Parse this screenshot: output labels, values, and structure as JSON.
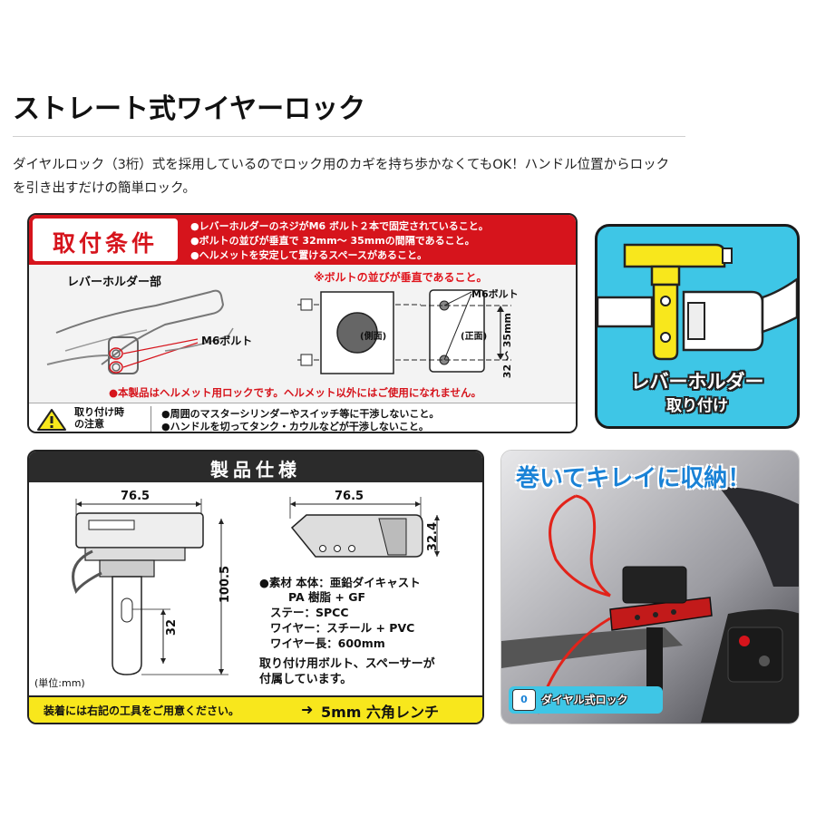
{
  "page": {
    "title": "ストレート式ワイヤーロック",
    "intro_line1": "ダイヤルロック（3桁）式を採用しているのでロック用のカギを持ち歩かなくてもOK！ハンドル位置からロック",
    "intro_line2": "を引き出すだけの簡単ロック。"
  },
  "conditions": {
    "badge": "取付条件",
    "items": [
      "●レバーホルダーのネジがM6 ボルト２本で固定されていること。",
      "●ボルトの並びが垂直で 32mm～ 35mmの間隔であること。",
      "●ヘルメットを安定して置けるスペースがあること。"
    ],
    "lever_holder_label": "レバーホルダー部",
    "m6_label": "M6ボルト",
    "vertical_note": "※ボルトの並びが垂直であること。",
    "side_label": "(側面)",
    "front_label": "(正面)",
    "m6_bolt_label": "M6ボルト",
    "spacing_label": "32 ～ 35mm",
    "helmet_warning": "●本製品はヘルメット用ロックです。ヘルメット以外にはご使用になれません。",
    "note_title_1": "取り付け時",
    "note_title_2": "の注意",
    "notes": [
      "●周囲のマスターシリンダーやスイッチ等に干渉しないこと。",
      "●ハンドルを切ってタンク・カウルなどが干渉しないこと。"
    ]
  },
  "lever_panel": {
    "line1": "レバーホルダー",
    "line2": "取り付け"
  },
  "specs": {
    "title": "製品仕様",
    "dim_width_left": "76.5",
    "dim_width_right": "76.5",
    "dim_depth": "32.4",
    "dim_height": "100.5",
    "dim_hole": "32",
    "material_1": "●素材  本体：亜鉛ダイキャスト",
    "material_2": "PA 樹脂 + GF",
    "material_3": "ステー：SPCC",
    "material_4": "ワイヤー：スチール + PVC",
    "material_5": "ワイヤー長：600mm",
    "accessories_1": "取り付け用ボルト、スペーサーが",
    "accessories_2": "付属しています。",
    "unit": "(単位:mm)",
    "tool_note": "装着には右記の工具をご用意ください。",
    "tool_arrow": "➜",
    "tool_name": "5mm 六角レンチ"
  },
  "photo_panel": {
    "title": "巻いてキレイに収納！",
    "tag_icon": "0",
    "tag": "ダイヤル式ロック"
  },
  "colors": {
    "red": "#d6141c",
    "cyan": "#3ec6e6",
    "yellow": "#f8e71c",
    "blue": "#1a82d6"
  }
}
